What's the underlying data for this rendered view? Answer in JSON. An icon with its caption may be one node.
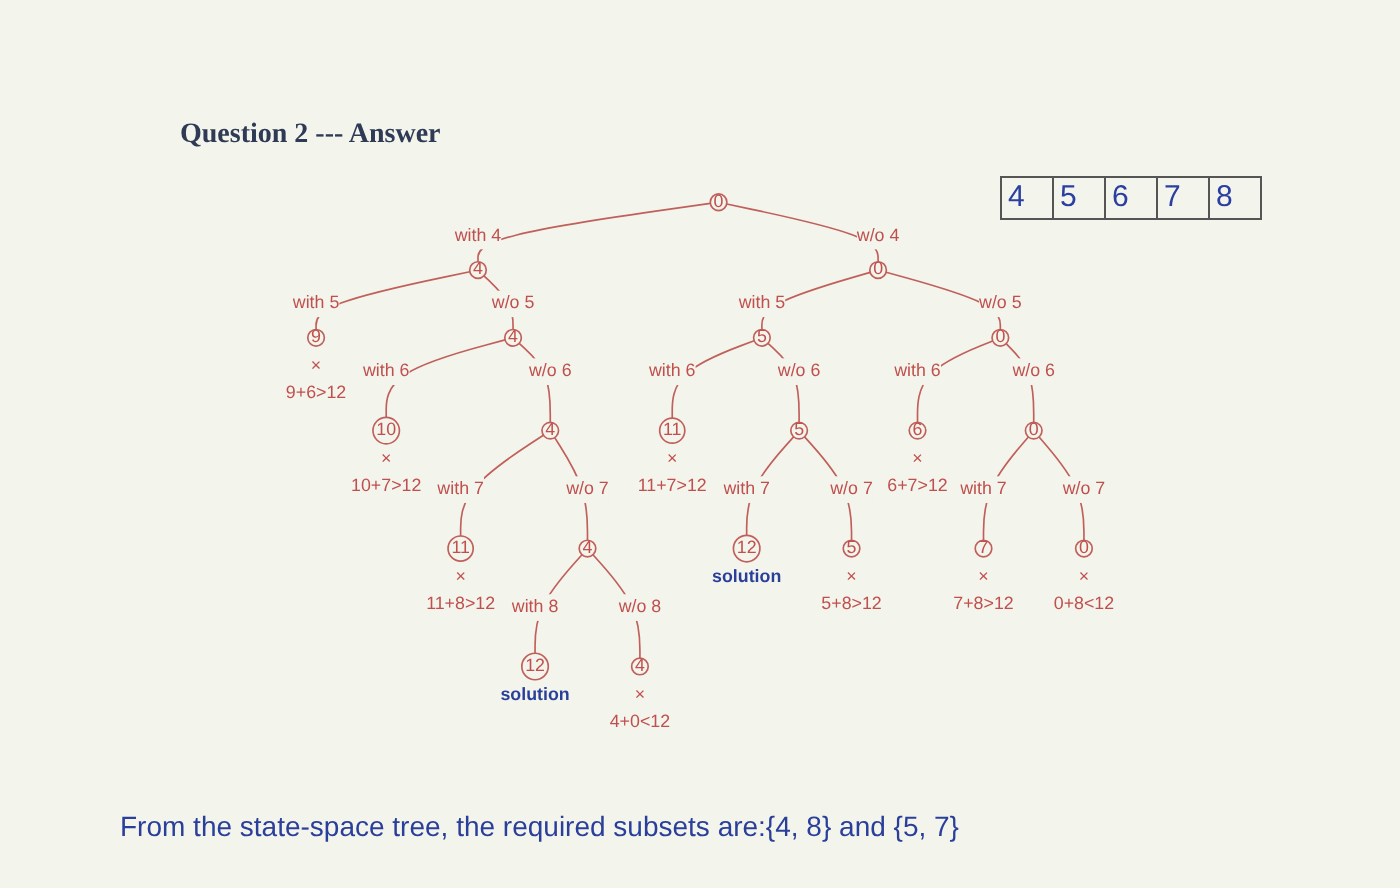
{
  "diagram": {
    "title": "Question 2 --- Answer",
    "caption": "From the state-space tree, the required subsets are:{4, 8} and {5, 7}",
    "nodes": [
      {
        "text": [
          "0"
        ]
      },
      {
        "text": [
          "4"
        ]
      },
      {
        "text": [
          "9"
        ],
        "beside": [
          "×",
          "9+6>12"
        ]
      },
      {
        "text": [
          "4"
        ]
      },
      {
        "text": [
          "10"
        ],
        "beside": [
          "×",
          "10+7>12"
        ]
      },
      {
        "text": [
          "4"
        ]
      },
      {
        "text": [
          "11"
        ],
        "beside": [
          "×",
          "11+8>12"
        ]
      },
      {
        "text": [
          "4"
        ]
      },
      {
        "text": [
          "12"
        ],
        "beside": [
          "solution"
        ]
      },
      {
        "text": [
          "4"
        ],
        "beside": [
          "×",
          "4+0<12"
        ]
      },
      {
        "text": [
          "0"
        ]
      },
      {
        "text": [
          "5"
        ]
      },
      {
        "text": [
          "11"
        ],
        "beside": [
          "×",
          "11+7>12"
        ]
      },
      {
        "text": [
          "5"
        ]
      },
      {
        "text": [
          "12"
        ],
        "beside": [
          "solution"
        ]
      },
      {
        "text": [
          "5"
        ],
        "beside": [
          "×",
          "5+8>12"
        ]
      },
      {
        "text": [
          "0"
        ]
      },
      {
        "text": [
          "6"
        ],
        "beside": [
          "×",
          "6+7>12"
        ]
      },
      {
        "text": [
          "0"
        ]
      },
      {
        "text": [
          "7"
        ],
        "beside": [
          "×",
          "7+8>12"
        ]
      },
      {
        "text": [
          "0"
        ],
        "beside": [
          "×",
          "0+8<12"
        ]
      }
    ],
    "edges": [
      {
        "from": 0,
        "to": 1,
        "arrow": "none",
        "label": "with 4"
      },
      {
        "from": 1,
        "to": 2,
        "arrow": "none",
        "label": "with 5"
      },
      {
        "from": 1,
        "to": 3,
        "arrow": "none",
        "label": "w/o 5"
      },
      {
        "from": 3,
        "to": 4,
        "arrow": "none",
        "label": "with 6"
      },
      {
        "from": 3,
        "to": 5,
        "arrow": "none",
        "label": "w/o 6"
      },
      {
        "from": 5,
        "to": 6,
        "arrow": "none",
        "label": "with 7"
      },
      {
        "from": 5,
        "to": 7,
        "arrow": "none",
        "label": "w/o 7"
      },
      {
        "from": 7,
        "to": 8,
        "arrow": "none",
        "label": "with 8"
      },
      {
        "from": 7,
        "to": 9,
        "arrow": "none",
        "label": "w/o 8"
      },
      {
        "from": 0,
        "to": 10,
        "arrow": "none",
        "label": "w/o 4"
      },
      {
        "from": 10,
        "to": 11,
        "arrow": "none",
        "label": "with 5"
      },
      {
        "from": 11,
        "to": 12,
        "arrow": "none",
        "label": "with 6"
      },
      {
        "from": 11,
        "to": 13,
        "arrow": "none",
        "label": "w/o 6"
      },
      {
        "from": 13,
        "to": 14,
        "arrow": "none",
        "label": "with 7"
      },
      {
        "from": 13,
        "to": 15,
        "arrow": "none",
        "label": "w/o 7"
      },
      {
        "from": 10,
        "to": 16,
        "arrow": "none",
        "label": "w/o 5"
      },
      {
        "from": 16,
        "to": 17,
        "arrow": "none",
        "label": "with 6"
      },
      {
        "from": 16,
        "to": 18,
        "arrow": "none",
        "label": "w/o 6"
      },
      {
        "from": 18,
        "to": 19,
        "arrow": "none",
        "label": "with 7"
      },
      {
        "from": 18,
        "to": 20,
        "arrow": "none",
        "label": "w/o 7"
      }
    ],
    "labels": [
      "4",
      "5",
      "6",
      "7",
      "8"
    ]
  }
}
